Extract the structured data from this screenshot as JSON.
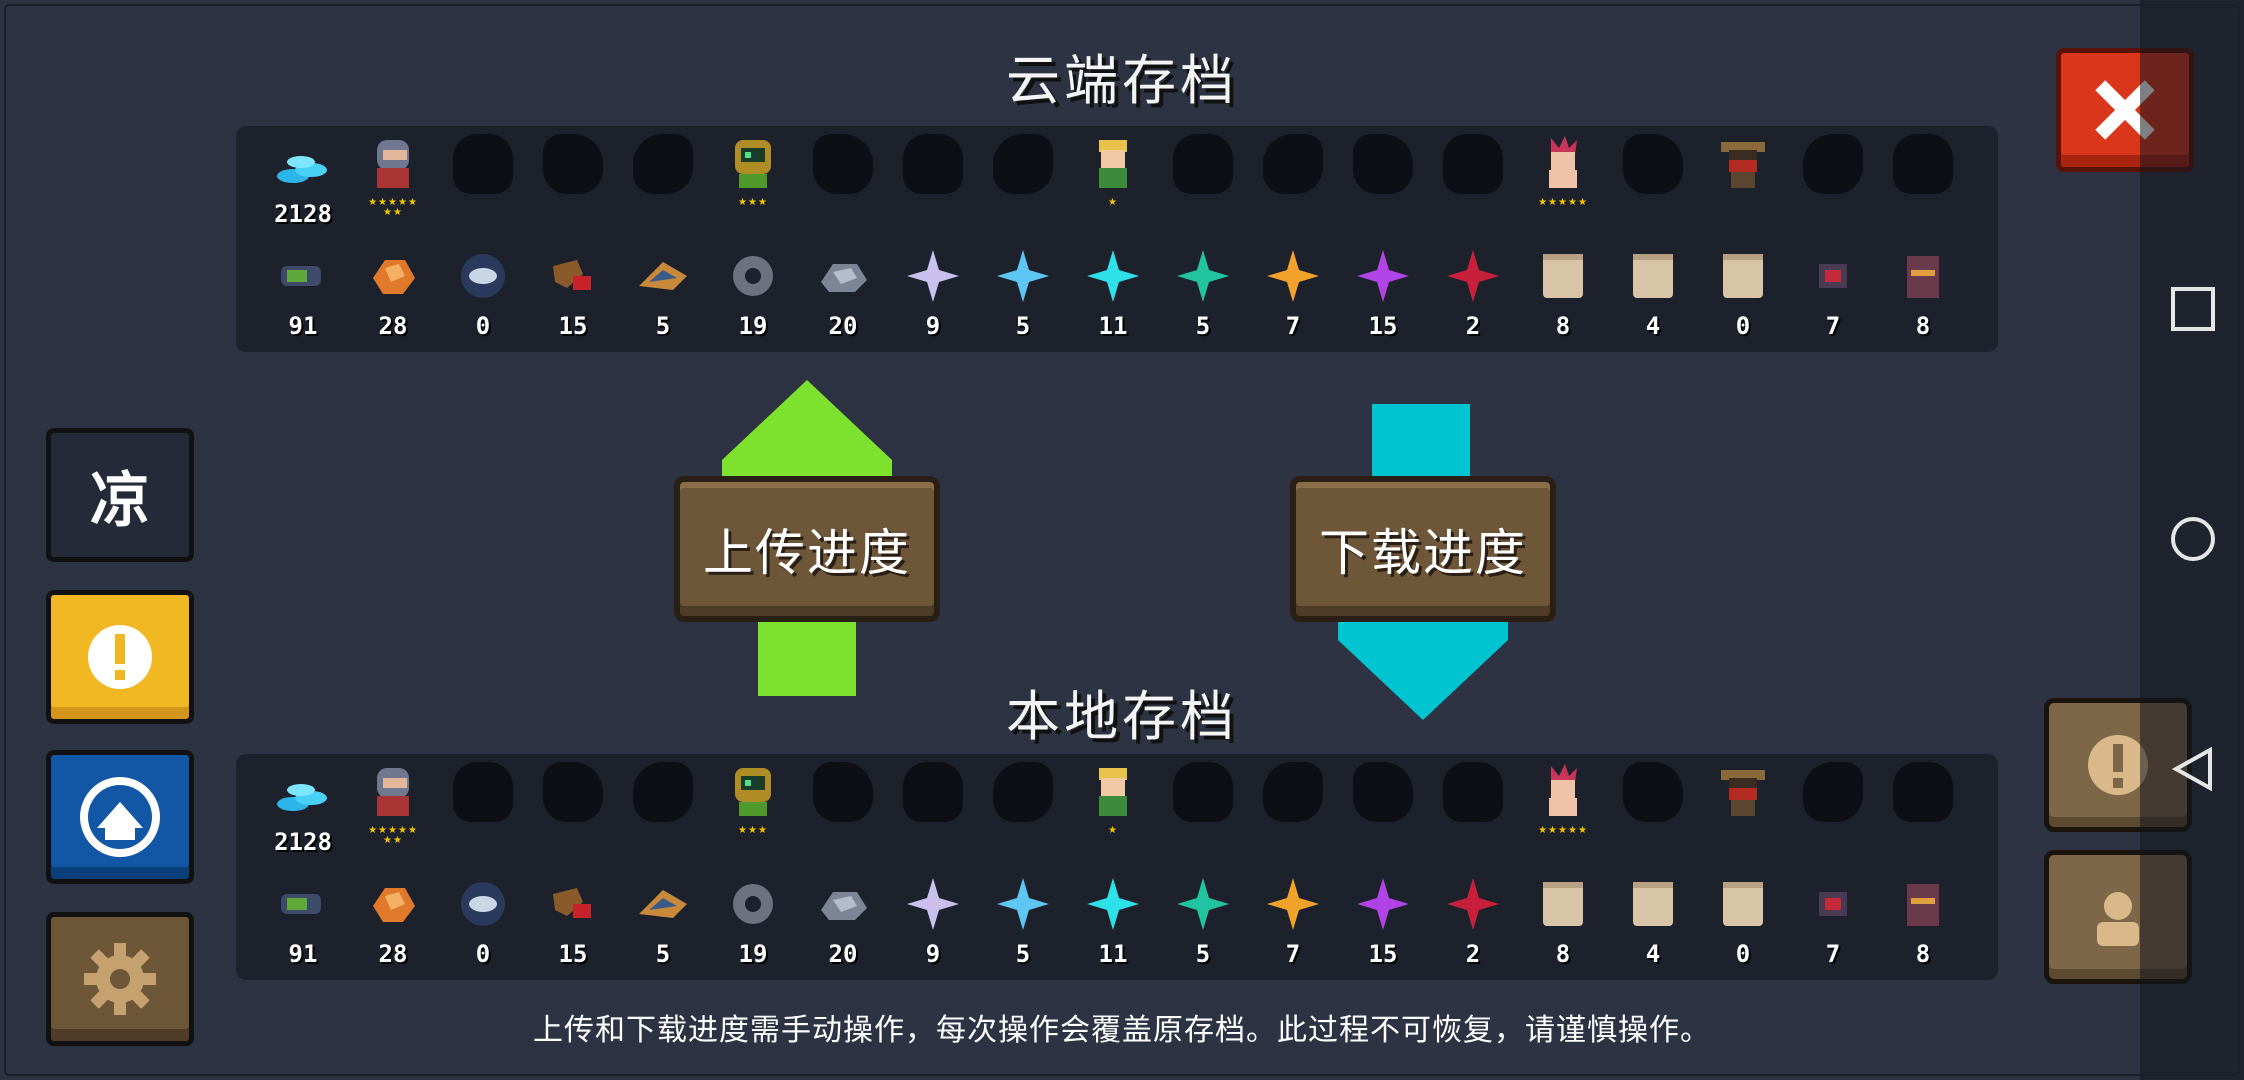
{
  "cloud": {
    "title": "云端存档",
    "coins": "2128",
    "materials": [
      "91",
      "28",
      "0",
      "15",
      "5",
      "19",
      "20",
      "9",
      "5",
      "11",
      "5",
      "7",
      "15",
      "2",
      "8",
      "4",
      "0",
      "7",
      "8"
    ]
  },
  "local": {
    "title": "本地存档",
    "coins": "2128",
    "materials": [
      "91",
      "28",
      "0",
      "15",
      "5",
      "19",
      "20",
      "9",
      "5",
      "11",
      "5",
      "7",
      "15",
      "2",
      "8",
      "4",
      "0",
      "7",
      "8"
    ]
  },
  "actions": {
    "upload_label": "上传进度",
    "download_label": "下载进度"
  },
  "sidebar": {
    "top_label": "凉"
  },
  "footer": {
    "notice": "上传和下载进度需手动操作，每次操作会覆盖原存档。此过程不可恢复，请谨慎操作。"
  },
  "colors": {
    "background": "#2e3343",
    "panel": "#1d212c",
    "upload_arrow": "#7ce22d",
    "download_arrow": "#00c4d0",
    "close_button": "#d9361b",
    "warning_button": "#f2b823",
    "blue_button": "#1157a6",
    "wood_button": "#6e5638"
  },
  "icons": {
    "close": "close-icon",
    "warning": "exclamation-icon",
    "settings": "gear-icon",
    "profile": "person-icon"
  }
}
